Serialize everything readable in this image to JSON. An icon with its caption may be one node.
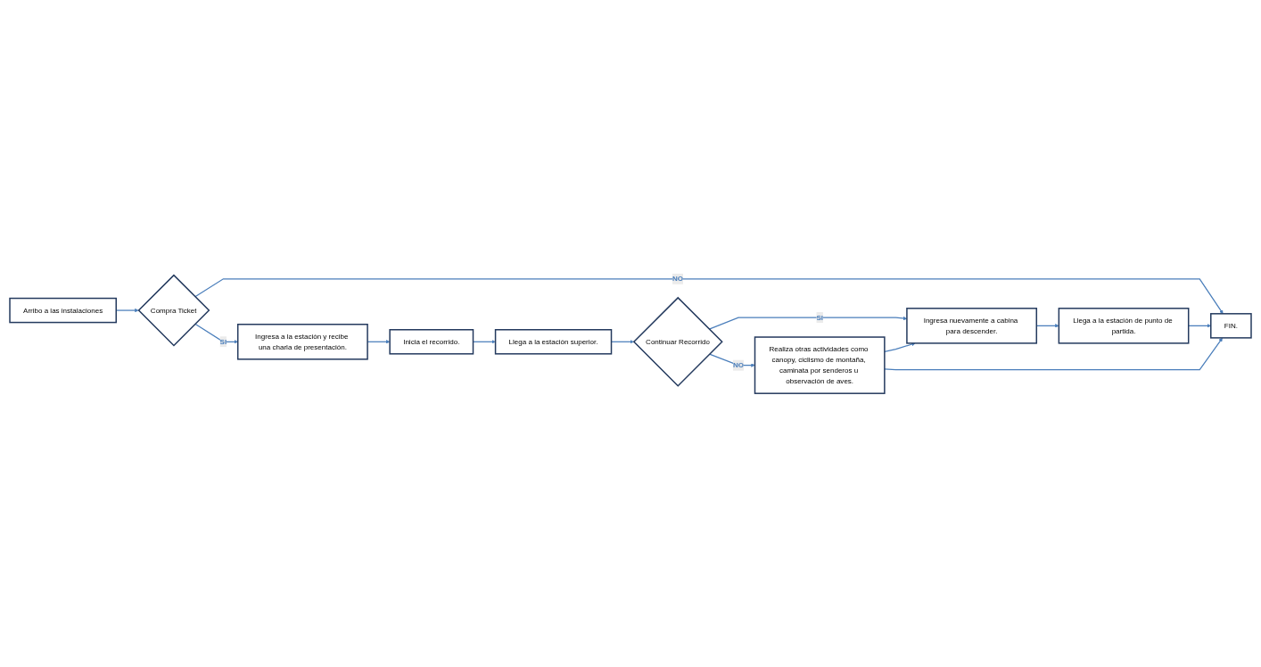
{
  "diagram": {
    "nodes": [
      {
        "text": [
          "Arribo a las instalaciones"
        ]
      },
      {
        "text": [
          "Compra Ticket"
        ]
      },
      {
        "text": [
          "Ingresa a la estación y recibe una charla de presentación."
        ]
      },
      {
        "text": [
          "Inicia el recorrido."
        ]
      },
      {
        "text": [
          "FIN."
        ]
      },
      {
        "text": [
          "Llega a la estación superior."
        ]
      },
      {
        "text": [
          "Llega a la estación de punto de partida."
        ]
      },
      {
        "text": [
          "Ingresa nuevamente a cabina para descender."
        ]
      },
      {
        "text": [
          "Continuar Recorrido"
        ]
      },
      {
        "text": [
          "Realiza otras actividades como canopy, ciclismo de montaña, caminata por senderos u observación de aves."
        ]
      }
    ],
    "edges": [
      {
        "from": 0,
        "to": 1,
        "arrow": "to"
      },
      {
        "from": 1,
        "to": 2,
        "arrow": "to",
        "label": "SI"
      },
      {
        "from": 1,
        "to": 4,
        "arrow": "to",
        "label": "NO"
      },
      {
        "from": 2,
        "to": 3,
        "arrow": "to"
      },
      {
        "from": 3,
        "to": 5,
        "arrow": "to"
      },
      {
        "from": 5,
        "to": 8,
        "arrow": "to"
      },
      {
        "from": 8,
        "to": 7,
        "arrow": "to",
        "label": "SI"
      },
      {
        "from": 8,
        "to": 9,
        "arrow": "to",
        "label": "NO"
      },
      {
        "from": 7,
        "to": 6,
        "arrow": "to"
      },
      {
        "from": 6,
        "to": 4,
        "arrow": "to"
      },
      {
        "from": 9,
        "to": 7,
        "arrow": "to"
      },
      {
        "from": 9,
        "to": 4,
        "arrow": "to"
      }
    ]
  }
}
